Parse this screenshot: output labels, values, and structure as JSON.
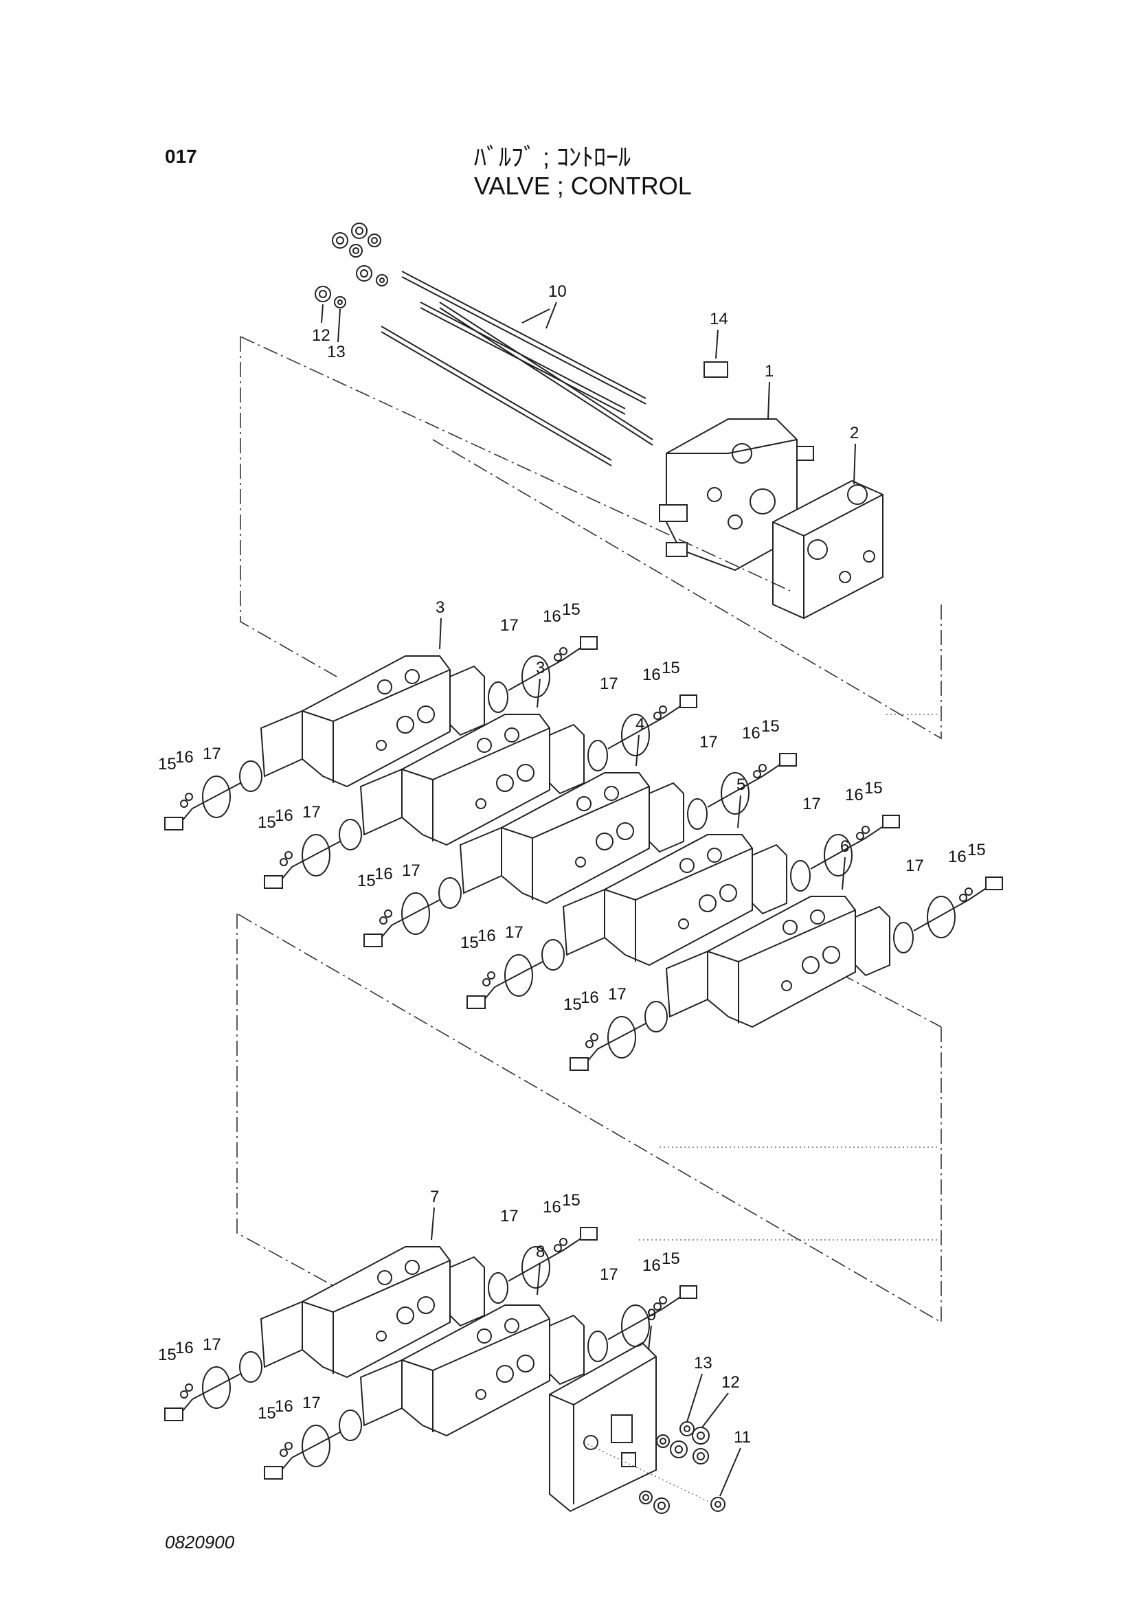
{
  "header": {
    "page_code": "017",
    "title_jp": "ﾊﾞﾙﾌﾞ ; ｺﾝﾄﾛｰﾙ",
    "title_en": "VALVE ; CONTROL"
  },
  "footer": {
    "drawing_number": "0820900"
  },
  "callouts": {
    "rods": "10",
    "nut_top": "12",
    "washer_top": "13",
    "plate": "14",
    "inlet_section": "1",
    "housing_2": "2",
    "sec_a": "3",
    "sec_b": "3",
    "sec_c": "4",
    "sec_d": "5",
    "sec_e": "6",
    "sec_f": "7",
    "sec_g": "8",
    "end_cover": "9",
    "nut_bottom": "11",
    "nut_bottom_12": "12",
    "washer_bottom_13": "13",
    "connector_15": "15",
    "connector_16": "16",
    "clamp_17": "17"
  }
}
